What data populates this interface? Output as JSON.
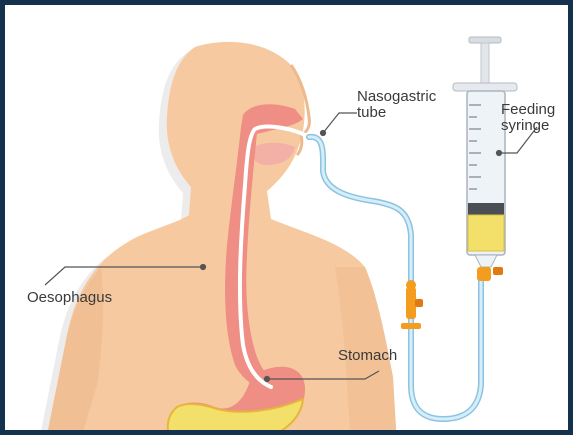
{
  "labels": {
    "nasogastric_tube": [
      "Nasogastric",
      "tube"
    ],
    "feeding_syringe": [
      "Feeding",
      "syringe"
    ],
    "oesophagus": "Oesophagus",
    "stomach": "Stomach"
  },
  "colors": {
    "frame": "#14324e",
    "skin": "#f6c9a0",
    "skin_shadow": "#eeb98c",
    "tract": "#ee8e84",
    "tube": "#d6eefa",
    "tube_outline": "#8cc3e0",
    "feed": "#f3e06a",
    "connector": "#f39c1e",
    "leader": "#555555"
  }
}
